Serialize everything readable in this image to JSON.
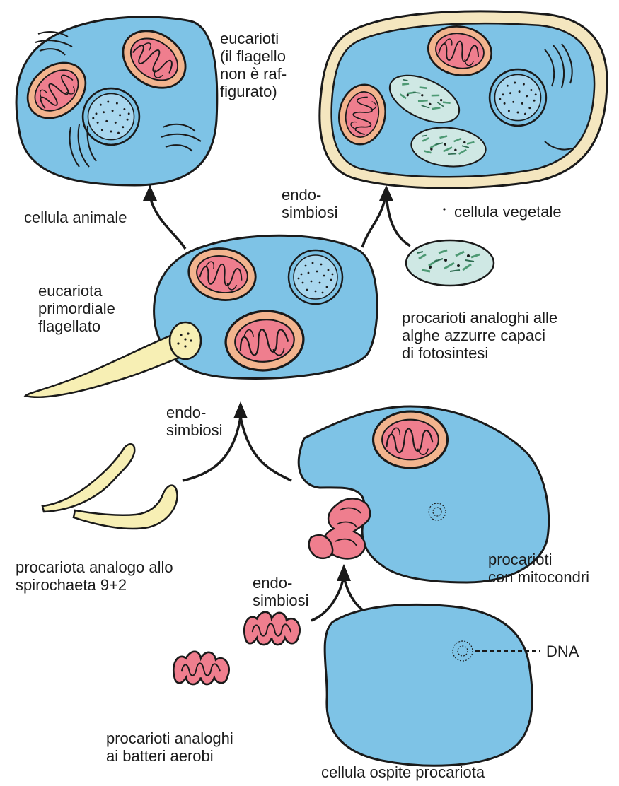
{
  "labels": {
    "eukaryotes": "eucarioti\n(il flagello\nnon è raf-\nfigurato)",
    "animal_cell": "cellula animale",
    "endosymbiosis_top": "endo-\nsimbiosi",
    "plant_cell": "cellula vegetale",
    "primordial_eukaryote": "eucariota\nprimordiale\nflagellato",
    "photosynthetic_prokaryotes": "procarioti analoghi alle\nalghe azzurre capaci\ndi fotosintesi",
    "endosymbiosis_middle": "endo-\nsimbiosi",
    "spirochete": "procariota analogo allo\nspirochaeta 9+2",
    "prokaryotes_mitochondria": "procarioti\ncon mitocondri",
    "endosymbiosis_bottom": "endo-\nsimbiosi",
    "dna": "DNA",
    "aerobic_bacteria": "procarioti analoghi\nai batteri aerobi",
    "host_cell": "cellula ospite procariota"
  },
  "colors": {
    "cytoplasm": "#7ec3e6",
    "mitochondrion_outer": "#f2b48e",
    "mitochondrion_inner": "#ef7e8e",
    "chloroplast": "#cfe8e4",
    "flagellum": "#f7efb4",
    "cell_wall": "#f4e6bf",
    "outline": "#1a1a1a"
  }
}
